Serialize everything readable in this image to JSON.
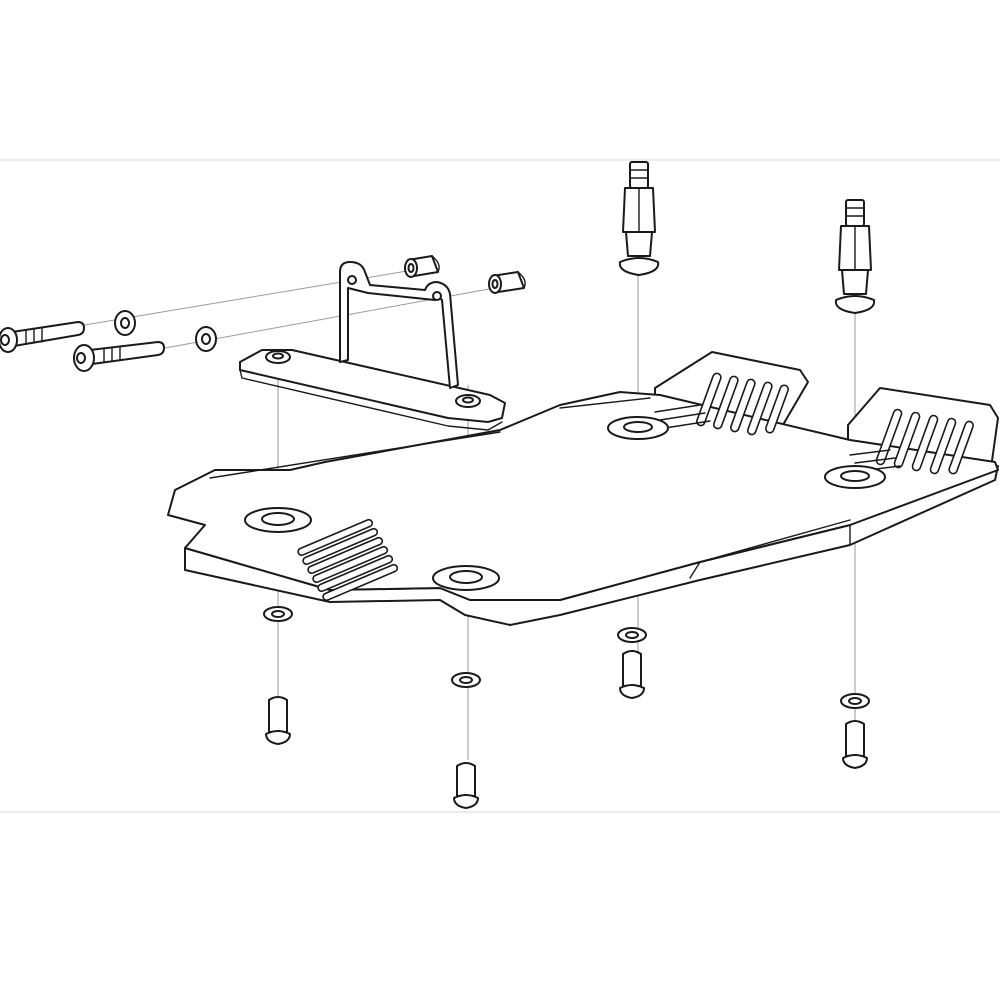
{
  "diagram": {
    "kind": "exploded-assembly line drawing",
    "line_color": "#1a1a1a",
    "guide_color": "#9a9a9a",
    "background": "#ffffff",
    "parts": [
      "skid-plate",
      "mounting-bracket",
      "bracket-strap",
      "threaded-standoff",
      "socket-head-bolt",
      "washer",
      "spacer-sleeve",
      "rivet-pin"
    ]
  }
}
